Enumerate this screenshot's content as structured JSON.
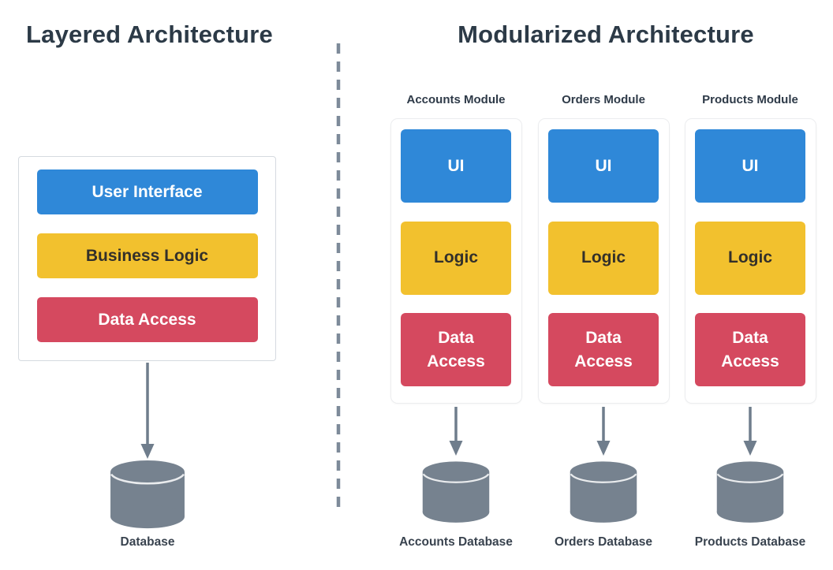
{
  "left": {
    "title": "Layered Architecture",
    "layers": [
      {
        "label": "User Interface",
        "color": "#2f88d8"
      },
      {
        "label": "Business Logic",
        "color": "#f2c12e"
      },
      {
        "label": "Data Access",
        "color": "#d5495f"
      }
    ],
    "database_label": "Database"
  },
  "right": {
    "title": "Modularized Architecture",
    "modules": [
      {
        "name": "Accounts Module",
        "layers": {
          "ui": "UI",
          "logic": "Logic",
          "data_line1": "Data",
          "data_line2": "Access"
        },
        "database_label": "Accounts Database"
      },
      {
        "name": "Orders Module",
        "layers": {
          "ui": "UI",
          "logic": "Logic",
          "data_line1": "Data",
          "data_line2": "Access"
        },
        "database_label": "Orders Database"
      },
      {
        "name": "Products Module",
        "layers": {
          "ui": "UI",
          "logic": "Logic",
          "data_line1": "Data",
          "data_line2": "Access"
        },
        "database_label": "Products Database"
      }
    ]
  },
  "colors": {
    "blue": "#2f88d8",
    "yellow": "#f2c12e",
    "red": "#d5495f",
    "slate": "#76828f",
    "heading": "#2c3a47"
  }
}
